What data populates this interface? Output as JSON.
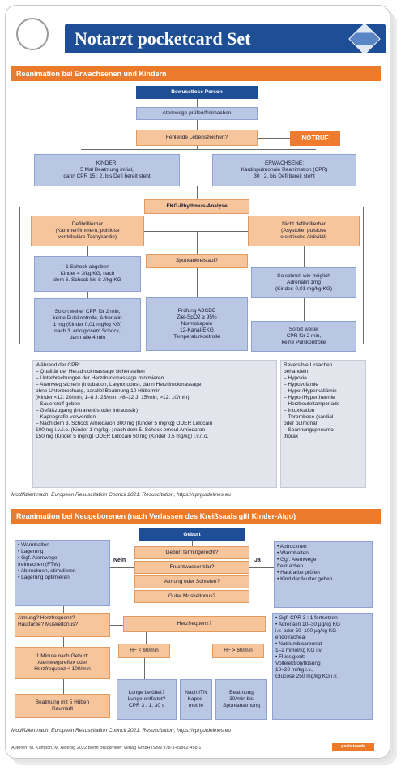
{
  "header": {
    "title": "Notarzt pocketcard Set"
  },
  "sec1": {
    "title": "Reanimation bei Erwachsenen und Kindern",
    "bewusstlos": "Bewusstlose Person",
    "atemwege": "Atemwege prüfen/freimachen",
    "lebenszeichen": "Fehlende Lebenszeichen?",
    "notruf": "NOTRUF",
    "kinder": "KINDER:\n5 Mal Beatmung initial,\ndann CPR 15 : 2, bis Defi bereit steht",
    "erwachsene": "ERWACHSENE:\nKardiopulmonale Reanimation (CPR)\n30 : 2, bis Defi bereit steht",
    "ekg": "EKG-Rhythmus-Analyse",
    "defi": "Defibrillierbar\n(Kammerflimmern, pulslose\nventrikuläre Tachykardie)",
    "nichtdefi": "Nicht defibrillierbar\n(Asystolie, pulslose\nelektrische Aktivität)",
    "schock": "1 Schock abgeben\nKinder 4 J/kg KG, nach\ndem 6. Schock bis 8 J/kg KG",
    "spontan": "Spontankreislauf?",
    "adrenalin": "So schnell wie möglich\nAdrenalin 1mg\n(Kinder: 0,01 mg/kg KG)",
    "cpr_left": "Sofort weiter CPR für 2 min,\nkeine Pulskontrolle, Adrenalin\n1 mg (Kinder 0,01 mg/kg KG)\nnach 3. erfolglosem Schock,\ndann alle 4 min",
    "abcde": "Prüfung ABCDE\nZiel-SpO2 ≥ 95%\nNormokapnie\n12-Kanal-EKG\nTemperaturkontrolle",
    "cpr_right": "Sofort weiter\nCPR für 2 min,\nkeine Pulskontrolle",
    "waehrend": "Während der CPR:\n– Qualität der Herzdruckmassage sicherstellen\n– Unterbrechungen der Herzdruckmassage minimieren\n– Atemweg sichern (Intubation, Larynxtubus), dann Herzdruckmassage\n   ohne Unterbrechung, parallel Beatmung 10 Hübe/min\n   (Kinder <12: 20/min; 1–8 J: 25/min; >8–12 J: 15/min; >12: 10/min)\n– Sauerstoff geben\n– Gefäßzugang (intravenös oder intraossär)\n– Kapnografie verwenden\n– Nach dem 3. Schock Amiodaron 300 mg (Kinder 5 mg/kg) ODER Lidocain\n   100 mg i.v./i.o. (Kinder 1 mg/kg) ; nach dem 5. Schock erneut Amiodaron\n   150 mg (Kinder 5 mg/kg) ODER Lidocain 50 mg (Kinder 0,5 mg/kg) i.v./i.o.",
    "ursachen": "Reversible Ursachen\nbehandeln:\n– Hypoxie\n– Hypovolämie\n– Hypo-/Hyperkaliämie\n– Hypo-/Hyperthermie\n– Herzbeuteltamponade\n– Intoxikation\n– Thrombose (kardial\n   oder pulmonal)\n– Spannungspneumo-\n   thorax",
    "source": "Modifiziert nach: European Resuscitation Council 2021: Resuscitation, https://cprguidelines.eu"
  },
  "sec2": {
    "title": "Reanimation bei Neugeborenen (nach Verlassen des Kreißsaals gilt Kinder-Algo)",
    "geburt": "Geburt",
    "q1": "Geburt termingerecht?",
    "q2": "Fruchtwasser klar?",
    "q3": "Atmung oder Schreien?",
    "q4": "Guter Muskeltonus?",
    "nein": "Nein",
    "ja": "Ja",
    "left_list": "• Warmhalten\n• Lagerung\n• Ggf. Atemwege\n   freimachen (FTW)\n• Abtrocknen, stimulieren\n• Lagerung optimieren",
    "right_list": "• Abtrocknen\n• Warmhalten\n• Ggf. Atemwege\n   freimachen\n• Hautfarbe prüfen\n• Kind der Mutter geben",
    "atmung": "Atmung? Herzfrequenz?\nHautfarbe? Muskeltonus?",
    "minute": "1 Minute nach Geburt:\nAtemwegsreflex oder\nHerzfrequenz < 100/min",
    "beatmung": "Beatmung mit 5 Hüben\nRaumluft",
    "herzfrequenz": "Herzfrequenz?",
    "hf_low": "HF < 60/min",
    "hf_high": "HF > 60/min",
    "lunge": "Lunge belüftet?\nLunge entfaltet?\nCPR 3 : 1, 30 s",
    "nach_itn": "Nach ITN\nKapno-\nmetrie",
    "beatmung_sp": "Beatmung\n30/min bis\nSpontanatmung",
    "meds": "• Ggf. CPR 3 : 1 fortsetzen\n• Adrenalin 10–30 µg/kg KG\n   i.v. oder 50–100 µg/kg KG\n   endotracheal\n• Natriumbicarbonat\n   1–2 mmol/kg KG i.v.\n• Flüssigkeit:\n   Vollelektrolytlösung\n   10–20 ml/kg i.v.,\n   Glucose 250 mg/kg KG i.v.",
    "source": "Modifiziert nach: European Resuscitation Council 2021: Resuscitation, https://cprguidelines.eu"
  },
  "footer": {
    "text": "Autoren: M. Kumpch, M. Albertig 2022 Börm Bruckmeier Verlag GmbH     ISBN 978-3-89862-458-1",
    "logo": "pocketcards"
  }
}
